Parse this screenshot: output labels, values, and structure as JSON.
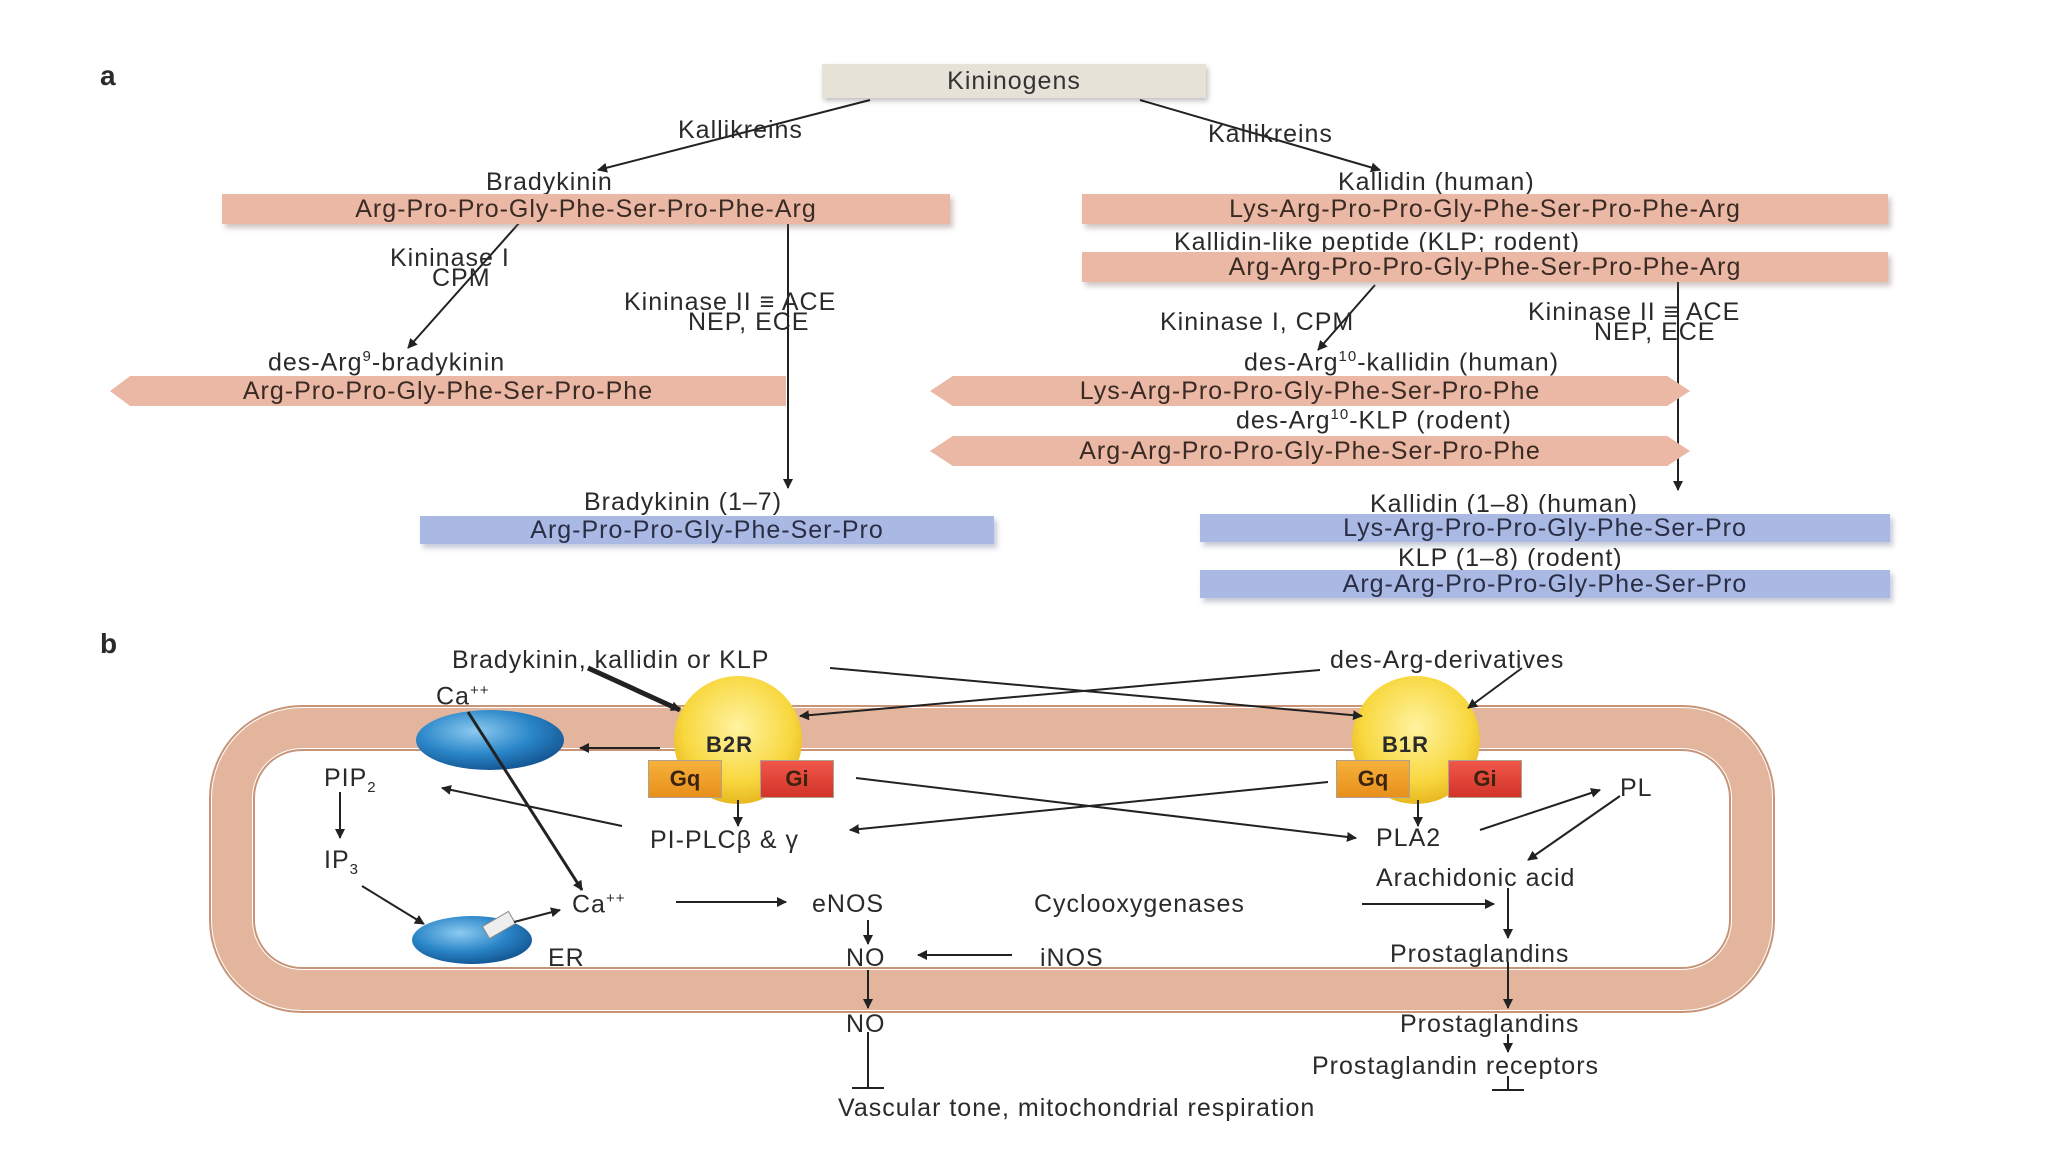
{
  "panels": {
    "a": "a",
    "b": "b"
  },
  "panel_a": {
    "kininogens": "Kininogens",
    "kallikreins_left": "Kallikreins",
    "kallikreins_right": "Kallikreins",
    "bradykinin_title": "Bradykinin",
    "bradykinin_seq": "Arg-Pro-Pro-Gly-Phe-Ser-Pro-Phe-Arg",
    "kininase1_left_l1": "Kininase I",
    "kininase1_left_l2": "CPM",
    "kininase2_left_l1": "Kininase II ≡ ACE",
    "kininase2_left_l2": "NEP, ECE",
    "desarg9_title_pre": "des-Arg",
    "desarg9_sup": "9",
    "desarg9_title_post": "-bradykinin",
    "desarg9_seq": "Arg-Pro-Pro-Gly-Phe-Ser-Pro-Phe",
    "bk17_title": "Bradykinin (1–7)",
    "bk17_seq": "Arg-Pro-Pro-Gly-Phe-Ser-Pro",
    "kallidin_title": "Kallidin (human)",
    "kallidin_seq": "Lys-Arg-Pro-Pro-Gly-Phe-Ser-Pro-Phe-Arg",
    "klp_title": "Kallidin-like peptide (KLP; rodent)",
    "klp_seq": "Arg-Arg-Pro-Pro-Gly-Phe-Ser-Pro-Phe-Arg",
    "kininase1_right": "Kininase I, CPM",
    "kininase2_right_l1": "Kininase II ≡ ACE",
    "kininase2_right_l2": "NEP, ECE",
    "desarg10_kallidin_pre": "des-Arg",
    "desarg10_kallidin_sup": "10",
    "desarg10_kallidin_post": "-kallidin (human)",
    "desarg10_kallidin_seq": "Lys-Arg-Pro-Pro-Gly-Phe-Ser-Pro-Phe",
    "desarg10_klp_pre": "des-Arg",
    "desarg10_klp_sup": "10",
    "desarg10_klp_post": "-KLP (rodent)",
    "desarg10_klp_seq": "Arg-Arg-Pro-Pro-Gly-Phe-Ser-Pro-Phe",
    "kallidin18_title": "Kallidin (1–8) (human)",
    "kallidin18_seq": "Lys-Arg-Pro-Pro-Gly-Phe-Ser-Pro",
    "klp18_title": "KLP (1–8) (rodent)",
    "klp18_seq": "Arg-Arg-Pro-Pro-Gly-Phe-Ser-Pro"
  },
  "panel_b": {
    "ligand_left": "Bradykinin, kallidin or KLP",
    "ligand_right": "des-Arg-derivatives",
    "ca_top": "Ca",
    "ca_top_sup": "++",
    "b2r": "B2R",
    "b1r": "B1R",
    "gq": "Gq",
    "gi": "Gi",
    "pip2": "PIP",
    "pip2_sub": "2",
    "ip3": "IP",
    "ip3_sub": "3",
    "pi_plc": "PI-PLCβ & γ",
    "ca_inner": "Ca",
    "ca_inner_sup": "++",
    "enos": "eNOS",
    "no_inner": "NO",
    "inos": "iNOS",
    "er": "ER",
    "pla2": "PLA2",
    "pl": "PL",
    "arachidonic": "Arachidonic acid",
    "cyclooxygenases": "Cyclooxygenases",
    "prostaglandins_inner": "Prostaglandins",
    "no_outer": "NO",
    "prostaglandins_outer": "Prostaglandins",
    "pg_receptors": "Prostaglandin receptors",
    "vascular": "Vascular tone, mitochondrial respiration"
  },
  "colors": {
    "peptide_box": "#eab8a4",
    "fragment_box": "#aab8e4",
    "cell_membrane": "#e3b59c",
    "receptor": "#f6d44a",
    "gq": "#f0a030",
    "gi": "#e04638",
    "channel": "#1e78c0"
  }
}
